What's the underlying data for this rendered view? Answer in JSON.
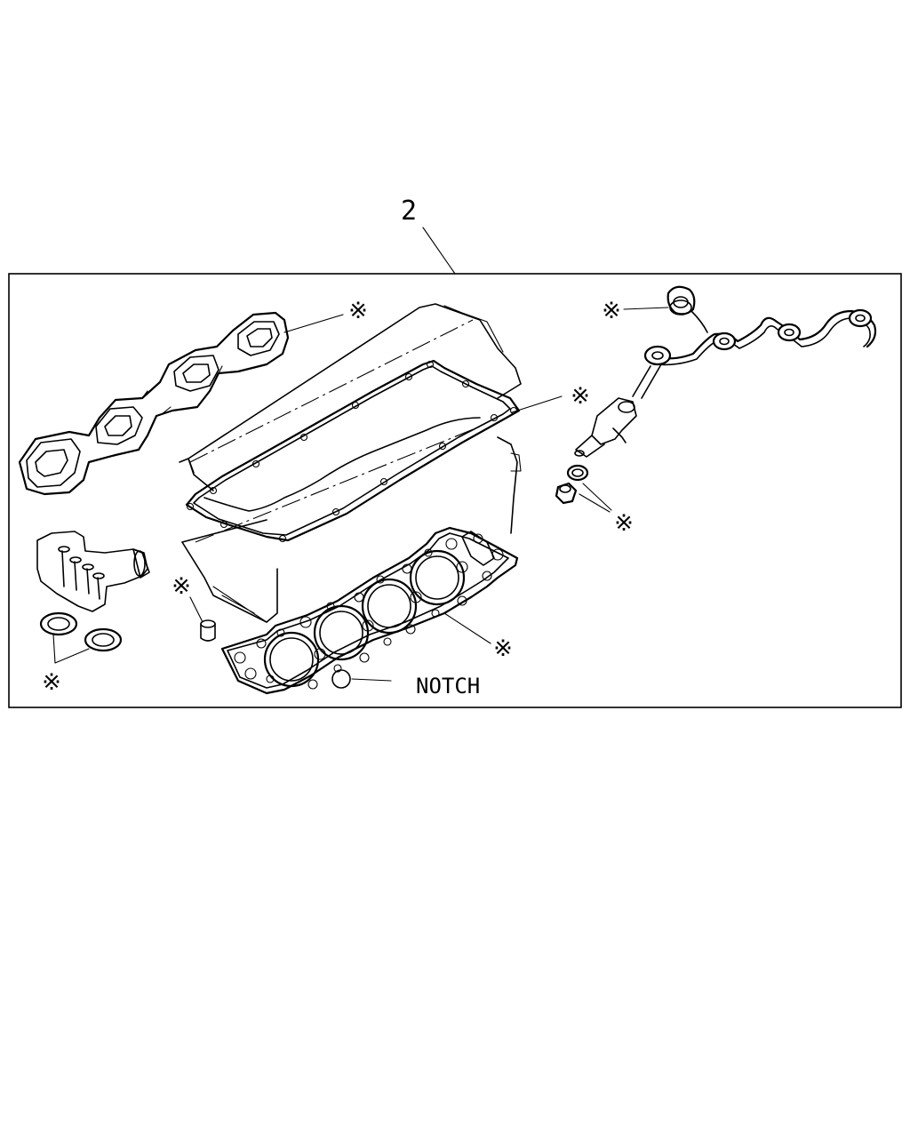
{
  "diagram": {
    "callout_number": "2",
    "notch_label": "NOTCH",
    "kit_marker": "※",
    "parts": [
      {
        "id": "exhaust-manifold-gasket",
        "marker": "※"
      },
      {
        "id": "rocker-cover-gasket",
        "marker": "※"
      },
      {
        "id": "injector-leak-off-pipe",
        "marker": "※"
      },
      {
        "id": "injector-seal-ring",
        "marker": "※"
      },
      {
        "id": "cylinder-head-gasket",
        "marker": "※"
      },
      {
        "id": "plug-seal",
        "marker": "※"
      },
      {
        "id": "water-outlet-o-rings",
        "marker": "※"
      }
    ]
  }
}
